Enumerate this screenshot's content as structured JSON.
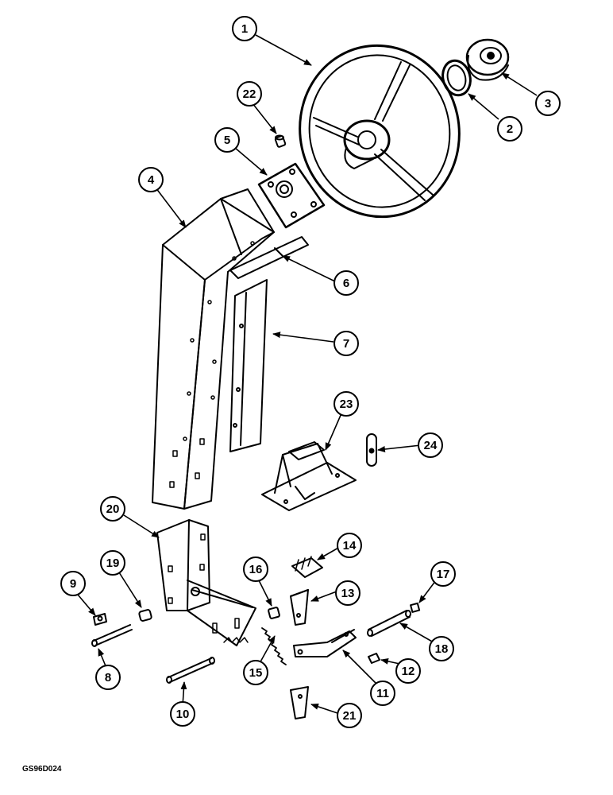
{
  "figure_ref": "GS96D024",
  "callouts": {
    "1": "1",
    "2": "2",
    "3": "3",
    "4": "4",
    "5": "5",
    "6": "6",
    "7": "7",
    "8": "8",
    "9": "9",
    "10": "10",
    "11": "11",
    "12": "12",
    "13": "13",
    "14": "14",
    "15": "15",
    "16": "16",
    "17": "17",
    "18": "18",
    "19": "19",
    "20": "20",
    "21": "21",
    "22": "22",
    "23": "23",
    "24": "24"
  }
}
